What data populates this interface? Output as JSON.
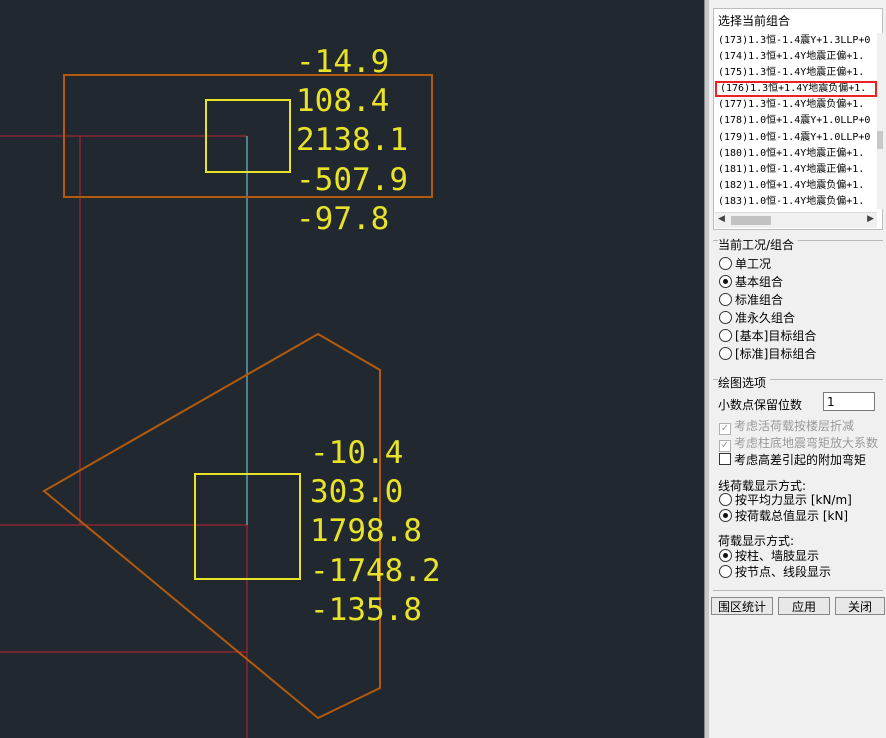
{
  "canvas": {
    "upper_column": {
      "top": "-14.9",
      "lines": [
        "108.4",
        "2138.1",
        "-507.9"
      ],
      "bottom": "-97.8"
    },
    "lower_column": {
      "lines": [
        "-10.4",
        "303.0",
        "1798.8",
        "-1748.2",
        "-135.8"
      ]
    },
    "colors": {
      "background": "#212830",
      "axis_red": "#c0242c",
      "cyan_line": "#7fd8ee",
      "outline_orange": "#b35a0c",
      "column_yellow": "#e8e228"
    }
  },
  "panel": {
    "combo_section_title": "选择当前组合",
    "combo_list": [
      "(173)1.3恒-1.4震Y+1.3LLP+0",
      "(174)1.3恒+1.4Y地震正偏+1.",
      "(175)1.3恒-1.4Y地震正偏+1.",
      "(176)1.3恒+1.4Y地震负偏+1.",
      "(177)1.3恒-1.4Y地震负偏+1.",
      "(178)1.0恒+1.4震Y+1.0LLP+0",
      "(179)1.0恒-1.4震Y+1.0LLP+0",
      "(180)1.0恒+1.4Y地震正偏+1.",
      "(181)1.0恒-1.4Y地震正偏+1.",
      "(182)1.0恒+1.4Y地震负偏+1.",
      "(183)1.0恒-1.4Y地震负偏+1."
    ],
    "selected_index": 3,
    "case_section_title": "当前工况/组合",
    "case_options": [
      {
        "label": "单工况",
        "checked": false
      },
      {
        "label": "基本组合",
        "checked": true
      },
      {
        "label": "标准组合",
        "checked": false
      },
      {
        "label": "准永久组合",
        "checked": false
      },
      {
        "label": "[基本]目标组合",
        "checked": false
      },
      {
        "label": "[标准]目标组合",
        "checked": false
      }
    ],
    "draw_section_title": "绘图选项",
    "decimal_label": "小数点保留位数",
    "decimal_value": "1",
    "checks": [
      {
        "label": "考虑活荷载按楼层折减",
        "checked": true,
        "disabled": true
      },
      {
        "label": "考虑柱底地震弯矩放大系数",
        "checked": true,
        "disabled": true
      },
      {
        "label": "考虑高差引起的附加弯矩",
        "checked": false,
        "disabled": false
      }
    ],
    "line_load_title": "线荷载显示方式:",
    "line_load_options": [
      {
        "label": "按平均力显示 [kN/m]",
        "checked": false
      },
      {
        "label": "按荷载总值显示 [kN]",
        "checked": true
      }
    ],
    "load_display_title": "荷载显示方式:",
    "load_display_options": [
      {
        "label": "按柱、墙肢显示",
        "checked": true
      },
      {
        "label": "按节点、线段显示",
        "checked": false
      }
    ],
    "buttons": {
      "region": "围区统计",
      "apply": "应用",
      "close": "关闭"
    }
  }
}
